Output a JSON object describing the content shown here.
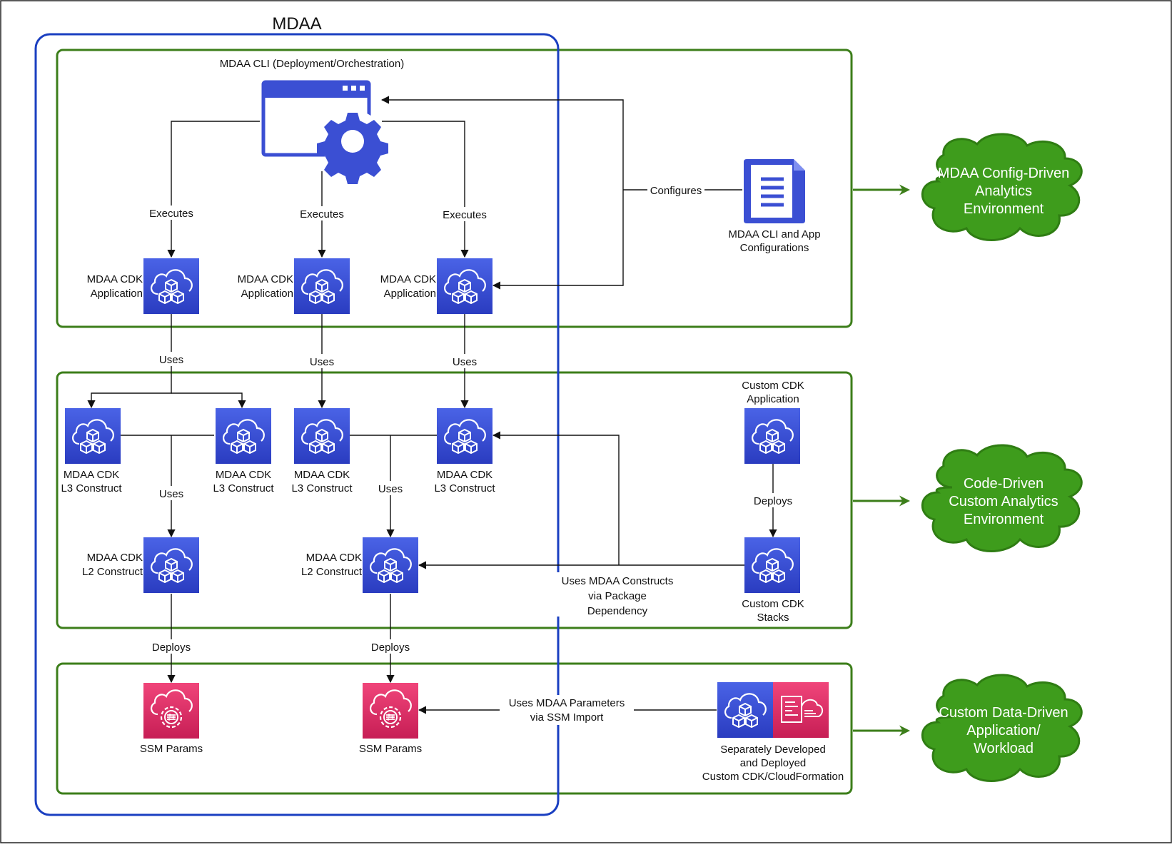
{
  "title": "MDAA",
  "colors": {
    "mdaa_border": "#1a3fc1",
    "section_border": "#3c7e1a",
    "cloud_fill": "#3e9c1c",
    "cloud_border": "#2f7d13",
    "cdk_icon_top": "#4a63e6",
    "cdk_icon_bottom": "#2a3cc0",
    "ssm_icon_top": "#f0457a",
    "ssm_icon_bottom": "#c71e55",
    "cli_icon": "#3b4fd3"
  },
  "icons": {
    "cli": "cli-window-gear-icon",
    "config_file": "document-icon",
    "cdk": "cdk-cloud-cubes-icon",
    "ssm": "ssm-parameter-gear-icon",
    "cloudformation": "cloudformation-icon"
  },
  "cli": {
    "label": "MDAA CLI (Deployment/Orchestration)"
  },
  "config": {
    "line1": "MDAA CLI and App",
    "line2": "Configurations"
  },
  "apps": [
    {
      "line1": "MDAA CDK",
      "line2": "Application"
    },
    {
      "line1": "MDAA CDK",
      "line2": "Application"
    },
    {
      "line1": "MDAA CDK",
      "line2": "Application"
    }
  ],
  "l3_constructs": [
    {
      "line1": "MDAA CDK",
      "line2": "L3 Construct"
    },
    {
      "line1": "MDAA CDK",
      "line2": "L3 Construct"
    },
    {
      "line1": "MDAA CDK",
      "line2": "L3 Construct"
    },
    {
      "line1": "MDAA CDK",
      "line2": "L3 Construct"
    }
  ],
  "l2_constructs": [
    {
      "line1": "MDAA CDK",
      "line2": "L2 Construct"
    },
    {
      "line1": "MDAA CDK",
      "line2": "L2 Construct"
    }
  ],
  "ssm_params": [
    "SSM Params",
    "SSM Params"
  ],
  "custom_app": {
    "line1": "Custom CDK",
    "line2": "Application"
  },
  "custom_stacks": {
    "line1": "Custom CDK",
    "line2": "Stacks"
  },
  "separate": {
    "line1": "Separately Developed",
    "line2": "and Deployed",
    "line3": "Custom CDK/CloudFormation"
  },
  "edges": {
    "executes": "Executes",
    "uses": "Uses",
    "deploys": "Deploys",
    "configures": "Configures",
    "uses_constructs": {
      "line1": "Uses MDAA Constructs",
      "line2": "via Package",
      "line3": "Dependency"
    },
    "uses_params": {
      "line1": "Uses MDAA Parameters",
      "line2": "via SSM Import"
    }
  },
  "outcomes": [
    {
      "line1": "MDAA Config-Driven",
      "line2": "Analytics",
      "line3": "Environment"
    },
    {
      "line1": "Code-Driven",
      "line2": "Custom Analytics",
      "line3": "Environment"
    },
    {
      "line1": "Custom Data-Driven",
      "line2": "Application/",
      "line3": "Workload"
    }
  ]
}
